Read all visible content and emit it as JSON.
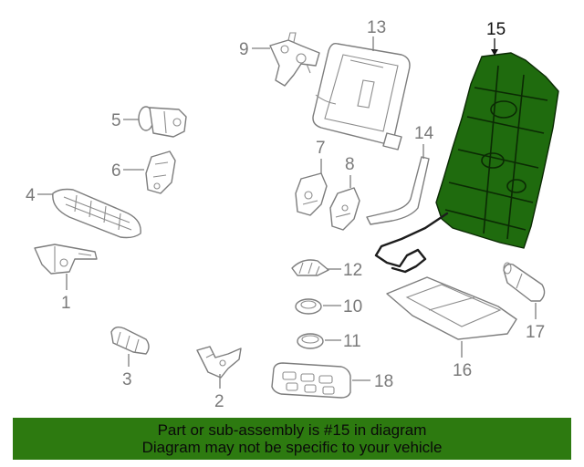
{
  "diagram": {
    "highlighted_part": "15",
    "callouts": [
      "1",
      "2",
      "3",
      "4",
      "5",
      "6",
      "7",
      "8",
      "9",
      "10",
      "11",
      "12",
      "13",
      "14",
      "15",
      "16",
      "17",
      "18"
    ],
    "highlight_color": "#1f6b0e"
  },
  "banner": {
    "line1": "Part or sub-assembly is #15 in diagram",
    "line2": "Diagram may not be specific to your vehicle",
    "background": "#2d7a10"
  }
}
